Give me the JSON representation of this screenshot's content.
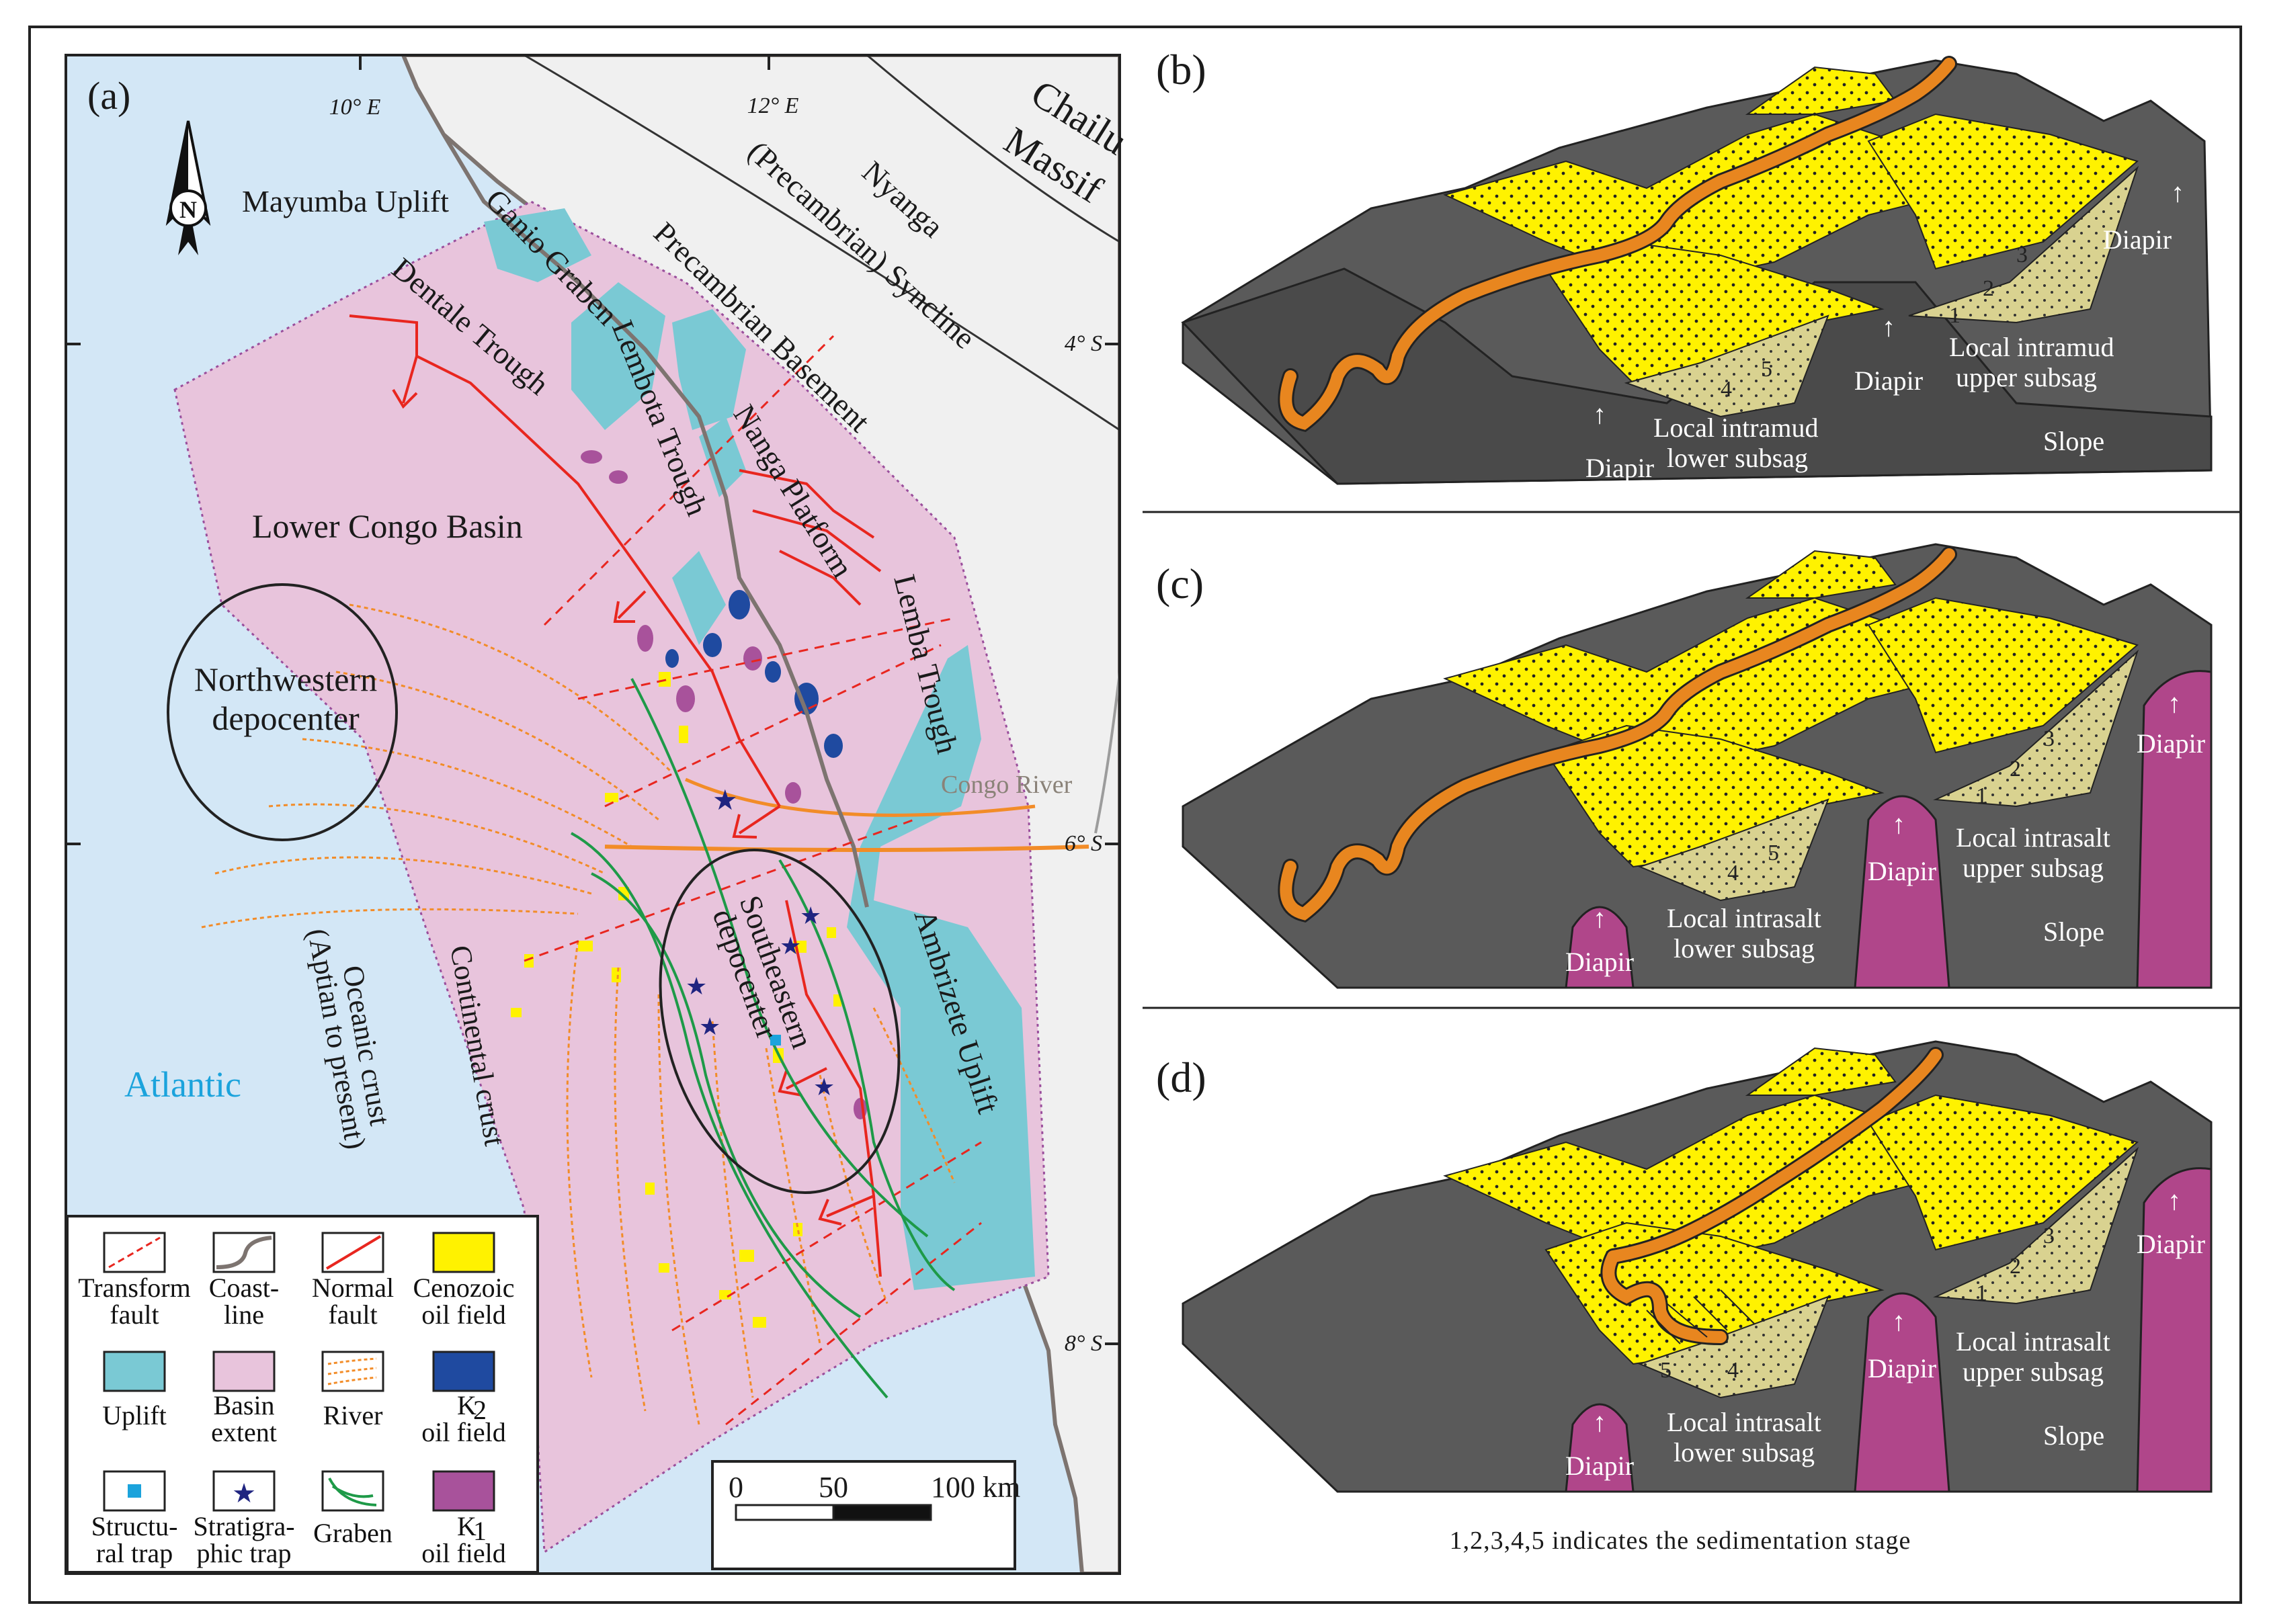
{
  "colors": {
    "ocean": "#d3e7f6",
    "land": "#f0f0f0",
    "basin": "#e8c4dc",
    "uplift": "#7ac9d4",
    "cenozoic_oil": "#fff200",
    "k2_oil": "#1f4aa0",
    "k1_oil": "#a8529b",
    "river": "#f28c28",
    "normal_fault": "#e8261f",
    "graben": "#1e9a48",
    "trap_star": "#1f2480",
    "struct_trap": "#1ba3dc",
    "diapir_dark": "#5a5a5a",
    "salt": "#b0468a",
    "sand_yellow": "#fff200",
    "sand_khaki": "#d9d290",
    "channel": "#e8861f"
  },
  "panel_a": {
    "label": "(a)",
    "coords": {
      "lon_10": "10° E",
      "lon_12": "12° E",
      "lat_4": "4° S",
      "lat_6": "6° S",
      "lat_8": "8° S"
    },
    "north_letter": "N",
    "regions": {
      "chailu_line1": "Chailu",
      "chailu_line2": "Massif",
      "nyanga_line1": "Nyanga",
      "nyanga_line2": "(Precambrian) Syncline",
      "precambrian": "Precambrian Basement",
      "mayumba": "Mayumba Uplift",
      "ganio": "Ganio Graben",
      "dentale": "Dentale Trough",
      "lembota": "Lembota Trough",
      "nanga": "Nanga Platform",
      "lemba": "Lemba Trough",
      "lower_congo": "Lower Congo Basin",
      "nw_line1": "Northwestern",
      "nw_line2": "depocenter",
      "se_line1": "Southeastern",
      "se_line2": "depocenter",
      "congo_river": "Congo River",
      "ambrizete": "Ambrizete Uplift",
      "atlantic": "Atlantic",
      "oceanic_line1": "Oceanic crust",
      "oceanic_line2": "(Aptian to present)",
      "continental": "Continental crust"
    },
    "legend": [
      {
        "l1": "Transform",
        "l2": "fault",
        "icon": "transform-fault-icon"
      },
      {
        "l1": "Coast-",
        "l2": "line",
        "icon": "coastline-icon"
      },
      {
        "l1": "Normal",
        "l2": "fault",
        "icon": "normal-fault-icon"
      },
      {
        "l1": "Cenozoic",
        "l2": "oil field",
        "icon": "cenozoic-oil-icon"
      },
      {
        "l1": "Uplift",
        "l2": "",
        "icon": "uplift-icon"
      },
      {
        "l1": "Basin",
        "l2": "extent",
        "icon": "basin-icon"
      },
      {
        "l1": "River",
        "l2": "",
        "icon": "river-icon"
      },
      {
        "l1": "K",
        "l2": "oil field",
        "sub": "2",
        "icon": "k2-oil-icon"
      },
      {
        "l1": "Structu-",
        "l2": "ral trap",
        "icon": "struct-trap-icon"
      },
      {
        "l1": "Stratigra-",
        "l2": "phic trap",
        "icon": "strat-trap-icon"
      },
      {
        "l1": "Graben",
        "l2": "",
        "icon": "graben-icon"
      },
      {
        "l1": "K",
        "l2": "oil field",
        "sub": "1",
        "icon": "k1-oil-icon"
      }
    ],
    "scale": {
      "t0": "0",
      "t50": "50",
      "t100": "100 km"
    }
  },
  "panel_b": {
    "label": "(b)",
    "diapir": "Diapir",
    "upper_l1": "Local intramud",
    "upper_l2": "upper subsag",
    "lower_l1": "Local intramud",
    "lower_l2": "lower subsag",
    "slope": "Slope"
  },
  "panel_c": {
    "label": "(c)",
    "diapir": "Diapir",
    "upper_l1": "Local intrasalt",
    "upper_l2": "upper subsag",
    "lower_l1": "Local intrasalt",
    "lower_l2": "lower subsag",
    "slope": "Slope"
  },
  "panel_d": {
    "label": "(d)",
    "diapir": "Diapir",
    "upper_l1": "Local intrasalt",
    "upper_l2": "upper subsag",
    "lower_l1": "Local intrasalt",
    "lower_l2": "lower subsag",
    "slope": "Slope"
  },
  "stages": [
    "1",
    "2",
    "3",
    "4",
    "5"
  ],
  "caption": "1,2,3,4,5 indicates the sedimentation stage"
}
